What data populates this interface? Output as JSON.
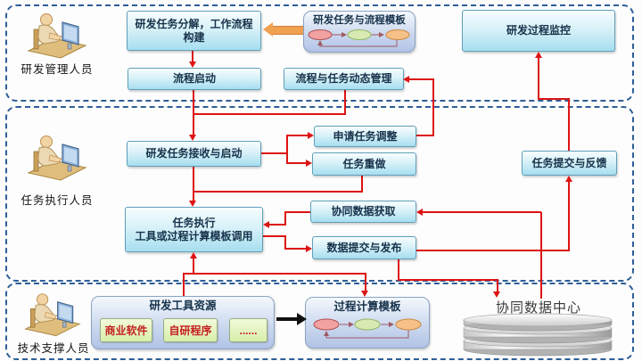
{
  "lanes": [
    {
      "label": "研发管理人员"
    },
    {
      "label": "任务执行人员"
    },
    {
      "label": "技术支撑人员"
    }
  ],
  "boxes": {
    "decompose": "研发任务分解，工作流程构建",
    "template_top": "研发任务与流程模板",
    "monitor": "研发过程监控",
    "start": "流程启动",
    "dynamic": "流程与任务动态管理",
    "receive": "研发任务接收与启动",
    "adjust": "申请任务调整",
    "redo": "任务重做",
    "feedback": "任务提交与反馈",
    "execute_line1": "任务执行",
    "execute_line2": "工具或过程计算模板调用",
    "getdata": "协同数据获取",
    "publish": "数据提交与发布",
    "calc": "过程计算模板",
    "datacenter": "协同数据中心"
  },
  "tools": {
    "title": "研发工具资源",
    "items": [
      "商业软件",
      "自研程序",
      "......"
    ]
  },
  "colors": {
    "connector_red": "#dd1414",
    "flow_arrow_orange": "#f0a150",
    "box_cyan_bottom": "#a6def0",
    "box_blue_bottom": "#b1c3e6",
    "chip_green": "#d9eeab",
    "chip_text_red": "#c42020",
    "lane_border_blue": "#2e5e97",
    "ellipse_pink": "#f2a2a2",
    "ellipse_green": "#d8e9b4",
    "ellipse_orange": "#f6c188"
  }
}
